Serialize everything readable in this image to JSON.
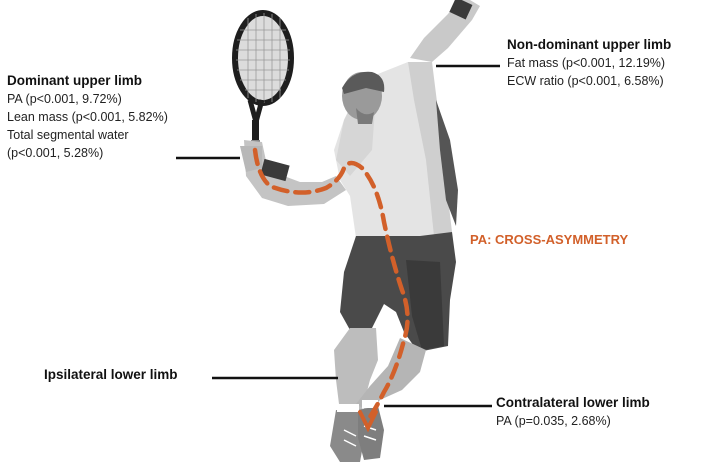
{
  "labels": {
    "dominant_upper": {
      "title": "Dominant upper limb",
      "lines": [
        "PA (p<0.001, 9.72%)",
        "Lean mass (p<0.001, 5.82%)",
        "Total segmental water",
        "(p<0.001, 5.28%)"
      ]
    },
    "nondominant_upper": {
      "title": "Non-dominant upper limb",
      "lines": [
        "Fat mass (p<0.001, 12.19%)",
        "ECW ratio (p<0.001, 6.58%)"
      ]
    },
    "ipsilateral_lower": {
      "title": "Ipsilateral lower limb"
    },
    "contralateral_lower": {
      "title": "Contralateral lower limb",
      "lines": [
        "PA (p=0.035, 2.68%)"
      ]
    },
    "cross_asymmetry": "PA: CROSS-ASYMMETRY"
  },
  "colors": {
    "accent": "#d2602a",
    "leader": "#111111",
    "skin": "#c7c7c7",
    "shirt": "#e6e6e6",
    "shorts": "#4a4a4a",
    "dark": "#2b2b2b"
  }
}
